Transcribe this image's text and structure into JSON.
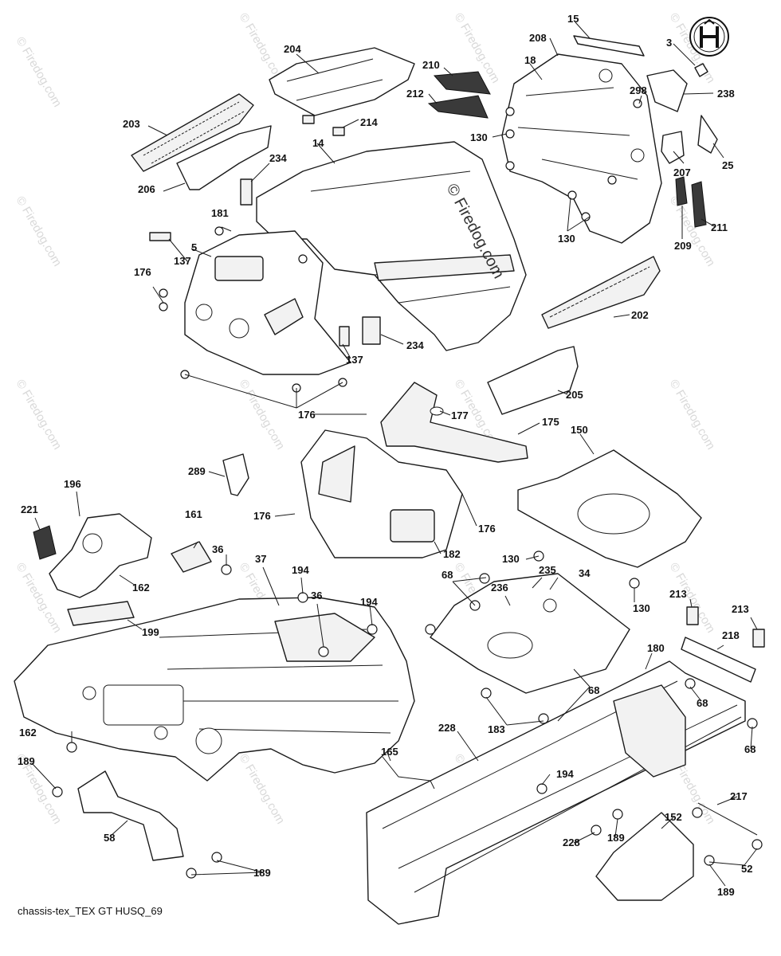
{
  "caption": "chassis-tex_TEX GT HUSQ_69",
  "watermark": {
    "main": "© Firedog.com",
    "tile": "© Firedog.com"
  },
  "logo_icon": "husqvarna-crown-H-logo",
  "callouts": [
    "15",
    "3",
    "208",
    "18",
    "204",
    "210",
    "298",
    "238",
    "212",
    "203",
    "214",
    "130",
    "14",
    "207",
    "25",
    "206",
    "234",
    "130",
    "209",
    "211",
    "181",
    "5",
    "137",
    "176",
    "202",
    "137",
    "234",
    "205",
    "176",
    "177",
    "175",
    "150",
    "289",
    "176",
    "176",
    "196",
    "161",
    "182",
    "221",
    "36",
    "130",
    "130",
    "162",
    "37",
    "194",
    "36",
    "68",
    "235",
    "34",
    "236",
    "194",
    "213",
    "213",
    "199",
    "218",
    "180",
    "68",
    "68",
    "183",
    "162",
    "228",
    "165",
    "194",
    "68",
    "189",
    "217",
    "152",
    "58",
    "228",
    "189",
    "52",
    "189",
    "189"
  ]
}
